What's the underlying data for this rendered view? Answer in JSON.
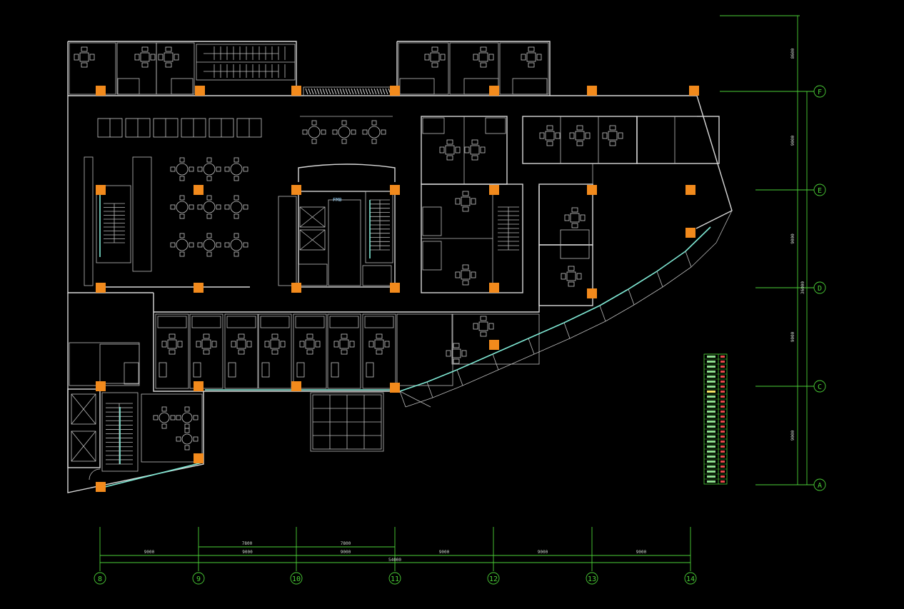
{
  "labels": {
    "fm": "FM0"
  },
  "grid_bottom": {
    "axes": [
      "8",
      "9",
      "10",
      "11",
      "12",
      "13",
      "14"
    ],
    "spans": [
      "9000",
      "9000",
      "9000",
      "9000",
      "9000",
      "9000"
    ],
    "sub_spans": [
      "7800",
      "7800"
    ],
    "total": "54000"
  },
  "grid_right": {
    "axes": [
      "F",
      "E",
      "D",
      "C",
      "A"
    ],
    "spans": [
      "8600",
      "9000",
      "9000",
      "9000",
      "9000"
    ],
    "total": "36000"
  },
  "colors": {
    "column": "#f28a1c",
    "glass": "#7fe8d4",
    "dimension": "#4cd137",
    "wall": "#d8d8d8"
  }
}
